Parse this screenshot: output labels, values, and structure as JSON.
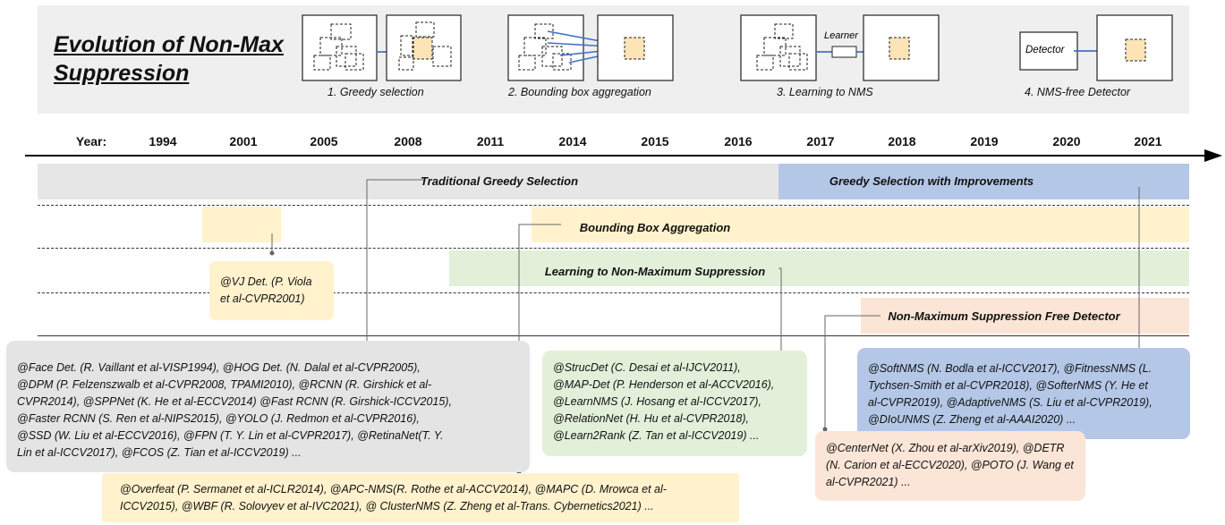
{
  "header": {
    "title": [
      "Evolution of Non-Max",
      "Suppression"
    ],
    "methods": [
      {
        "caption": "1. Greedy selection"
      },
      {
        "caption": "2. Bounding box aggregation"
      },
      {
        "caption": "3. Learning to NMS",
        "learner_label": "Learner"
      },
      {
        "caption": "4. NMS-free Detector",
        "detector_label": "Detector"
      }
    ]
  },
  "timeline": {
    "year_label": "Year:",
    "years": [
      "1994",
      "2001",
      "2005",
      "2008",
      "2011",
      "2014",
      "2015",
      "2016",
      "2017",
      "2018",
      "2019",
      "2020",
      "2021"
    ]
  },
  "bands": {
    "traditional": "Traditional Greedy Selection",
    "improved": "Greedy Selection with Improvements",
    "aggregation": "Bounding Box Aggregation",
    "learning": "Learning to Non-Maximum Suppression",
    "nms_free": "Non-Maximum Suppression Free Detector"
  },
  "references": {
    "vj": [
      "@VJ Det. (P. Viola",
      "et al-CVPR2001)"
    ],
    "greedy": [
      "@Face Det. (R. Vaillant et al-VISP1994), @HOG Det. (N. Dalal et al-CVPR2005),",
      "@DPM (P. Felzenszwalb et al-CVPR2008, TPAMI2010), @RCNN (R. Girshick et al-",
      "CVPR2014), @SPPNet (K. He et al-ECCV2014) @Fast RCNN (R. Girshick-ICCV2015),",
      "@Faster RCNN (S. Ren et al-NIPS2015), @YOLO (J. Redmon et al-CVPR2016),",
      "@SSD (W. Liu et al-ECCV2016), @FPN (T. Y. Lin et al-CVPR2017), @RetinaNet(T. Y.",
      "Lin et al-ICCV2017), @FCOS (Z. Tian et al-ICCV2019) ..."
    ],
    "learning": [
      "@StrucDet (C. Desai et al-IJCV2011),",
      "@MAP-Det (P. Henderson et al-ACCV2016),",
      "@LearnNMS (J. Hosang et al-ICCV2017),",
      "@RelationNet (H. Hu et al-CVPR2018),",
      "@Learn2Rank (Z. Tan et al-ICCV2019) ..."
    ],
    "improved": [
      "@SoftNMS (N. Bodla et al-ICCV2017), @FitnessNMS (L.",
      "Tychsen-Smith et al-CVPR2018), @SofterNMS (Y. He et",
      "al-CVPR2019), @AdaptiveNMS (S. Liu et al-CVPR2019),",
      "@DIoUNMS (Z. Zheng et al-AAAI2020) ..."
    ],
    "nms_free": [
      "@CenterNet (X. Zhou et al-arXiv2019), @DETR",
      "(N. Carion et al-ECCV2020), @POTO (J. Wang et",
      "al-CVPR2021) ..."
    ],
    "aggregation": [
      "@Overfeat (P. Sermanet et al-ICLR2014), @APC-NMS(R. Rothe et al-ACCV2014), @MAPC (D. Mrowca et al-",
      "ICCV2015),  @WBF (R. Solovyev et al-IVC2021), @ ClusterNMS (Z. Zheng et al-Trans. Cybernetics2021) ..."
    ]
  },
  "colors": {
    "gray_band": "#e6e6e6",
    "blue_band": "#b4c7e7",
    "yellow_band": "#fff2cc",
    "green_band": "#e2f0d9",
    "orange_band": "#fbe5d6",
    "arrow_blue": "#4472c4",
    "proposal_fill": "#fce4b6"
  }
}
